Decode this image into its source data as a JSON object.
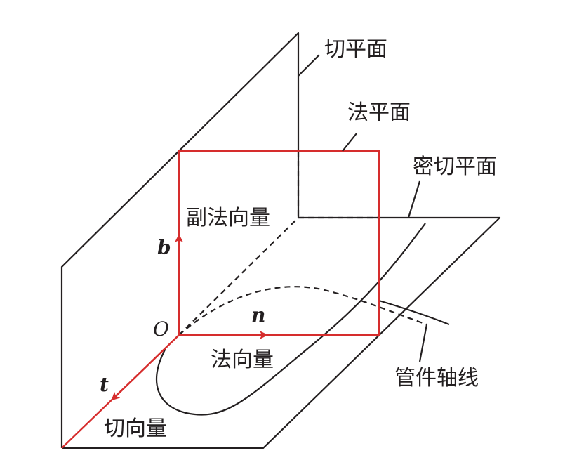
{
  "labels": {
    "osculating_plane": "密切平面",
    "rectifying_plane": "切平面",
    "normal_plane": "法平面",
    "binormal_vector": "副法向量",
    "normal_vector": "法向量",
    "tangent_vector": "切向量",
    "pipe_axis": "管件轴线",
    "origin": "O",
    "b": "b",
    "n": "n",
    "t": "t"
  },
  "colors": {
    "lines": "#231f20",
    "accent": "#d62d2d"
  }
}
